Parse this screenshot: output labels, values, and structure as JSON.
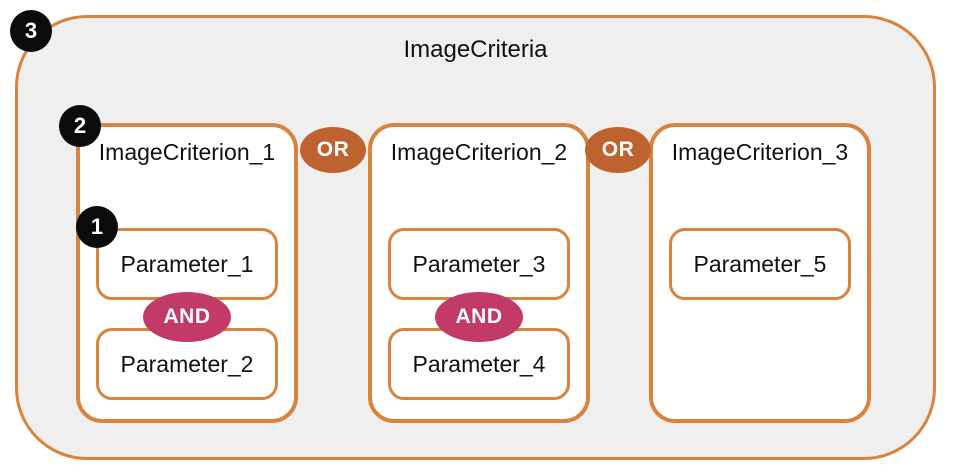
{
  "diagram": {
    "container": {
      "label": "ImageCriteria"
    },
    "or_label": "OR",
    "and_label": "AND",
    "criteria": [
      {
        "label": "ImageCriterion_1",
        "parameters": [
          {
            "label": "Parameter_1"
          },
          {
            "label": "Parameter_2"
          }
        ]
      },
      {
        "label": "ImageCriterion_2",
        "parameters": [
          {
            "label": "Parameter_3"
          },
          {
            "label": "Parameter_4"
          }
        ]
      },
      {
        "label": "ImageCriterion_3",
        "parameters": [
          {
            "label": "Parameter_5"
          }
        ]
      }
    ],
    "markers": [
      {
        "number": "1"
      },
      {
        "number": "2"
      },
      {
        "number": "3"
      }
    ],
    "colors": {
      "border_orange": "#d8843f",
      "container_fill": "#f0eff0",
      "box_fill": "#ffffff",
      "or_fill": "#be6330",
      "and_fill": "#c23a67",
      "marker_fill": "#0b0b0b"
    }
  }
}
